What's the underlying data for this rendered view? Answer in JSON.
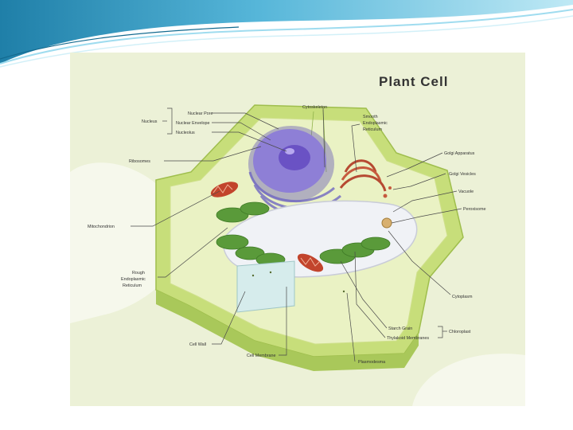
{
  "colors": {
    "header_dark": "#1f7fa8",
    "header_light": "#8fd3ea",
    "panel_bg": "#ecf1d7",
    "cell_wall": "#c7de7a",
    "cell_wall_dark": "#9fbe4d",
    "cytoplasm": "#eaf2c4",
    "nucleus": "#8e7fd6",
    "vacuole": "#f0f2f6",
    "chloroplast": "#5a9a3a",
    "mitochondrion": "#c2442c",
    "label_text": "#333333"
  },
  "diagram": {
    "title": "Plant Cell",
    "labels": {
      "nucleus": "Nucleus",
      "nuclear_pore": "Nuclear Pore",
      "nuclear_envelope": "Nuclear Envelope",
      "nucleolus": "Nucleolus",
      "ribosomes": "Ribosomes",
      "mitochondrion": "Mitochondrion",
      "rough_er_1": "Rough",
      "rough_er_2": "Endoplasmic",
      "rough_er_3": "Reticulum",
      "cell_wall": "Cell Wall",
      "cell_membrane": "Cell Membrane",
      "plasmodesma": "Plasmodesma",
      "cytoskeleton": "Cytoskeleton",
      "smooth_er_1": "Smooth",
      "smooth_er_2": "Endoplasmic",
      "smooth_er_3": "Reticulum",
      "golgi_apparatus": "Golgi Apparatus",
      "golgi_vesicles": "Golgi Vesicles",
      "vacuole": "Vacuole",
      "peroxisome": "Peroxisome",
      "cytoplasm": "Cytoplasm",
      "starch_grain": "Starch Grain",
      "thylakoid_membranes": "Thylakoid Membranes",
      "chloroplast": "Chloroplast"
    }
  }
}
